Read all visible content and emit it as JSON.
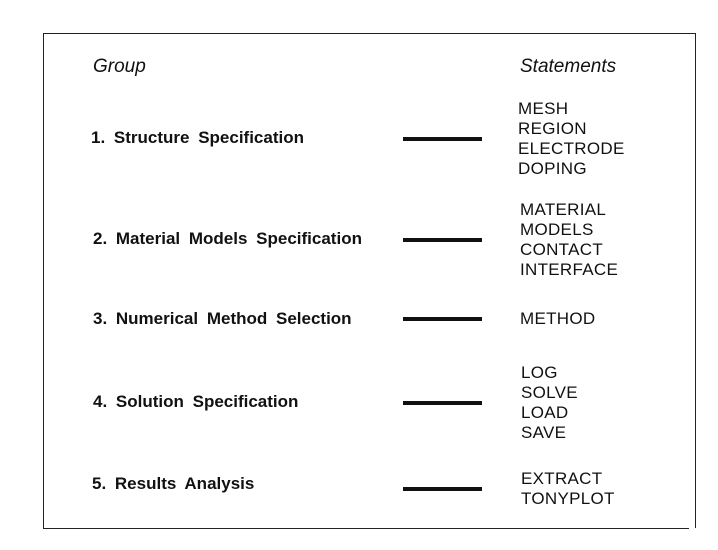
{
  "headers": {
    "group": "Group",
    "statements": "Statements"
  },
  "groups": [
    {
      "label": "1.  Structure  Specification",
      "statements": [
        "MESH",
        "REGION",
        "ELECTRODE",
        "DOPING"
      ]
    },
    {
      "label": "2.  Material  Models  Specification",
      "statements": [
        "MATERIAL",
        "MODELS",
        "CONTACT",
        "INTERFACE"
      ]
    },
    {
      "label": "3.  Numerical  Method  Selection",
      "statements": [
        "METHOD"
      ]
    },
    {
      "label": "4.  Solution  Specification",
      "statements": [
        "LOG",
        "SOLVE",
        "LOAD",
        "SAVE"
      ]
    },
    {
      "label": "5.  Results  Analysis",
      "statements": [
        "EXTRACT",
        "TONYPLOT"
      ]
    }
  ]
}
